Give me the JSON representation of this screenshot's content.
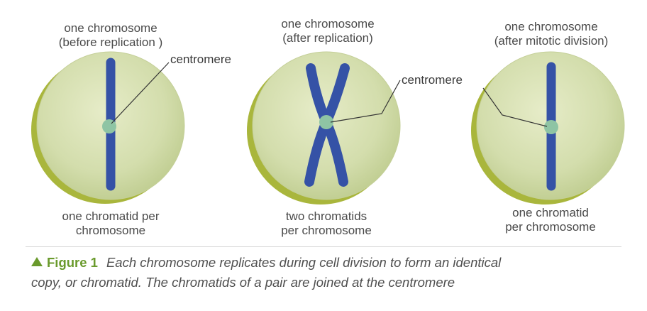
{
  "panels": [
    {
      "top_label": [
        "one chromosome",
        "(before replication )"
      ],
      "callout": "centromere",
      "bottom_label": [
        "one chromatid per",
        "chromosome"
      ]
    },
    {
      "top_label": [
        "one chromosome",
        "(after replication)"
      ],
      "callout": "centromere",
      "bottom_label": [
        "two chromatids",
        "per chromosome"
      ]
    },
    {
      "top_label": [
        "one chromosome",
        "(after mitotic division)"
      ],
      "callout": "",
      "bottom_label": [
        "one chromatid",
        "per chromosome"
      ]
    }
  ],
  "caption": {
    "figure_label": "Figure 1",
    "line1": "Each chromosome replicates during cell division to form an identical",
    "line2": "copy, or chromatid. The chromatids of a pair are joined at the centromere"
  },
  "colors": {
    "cell_fill": "#d6dfae",
    "cell_shadow": "#a7b43a",
    "chromatid": "#3552a6",
    "centromere": "#8ec4a4",
    "accent": "#6a9a2c"
  }
}
